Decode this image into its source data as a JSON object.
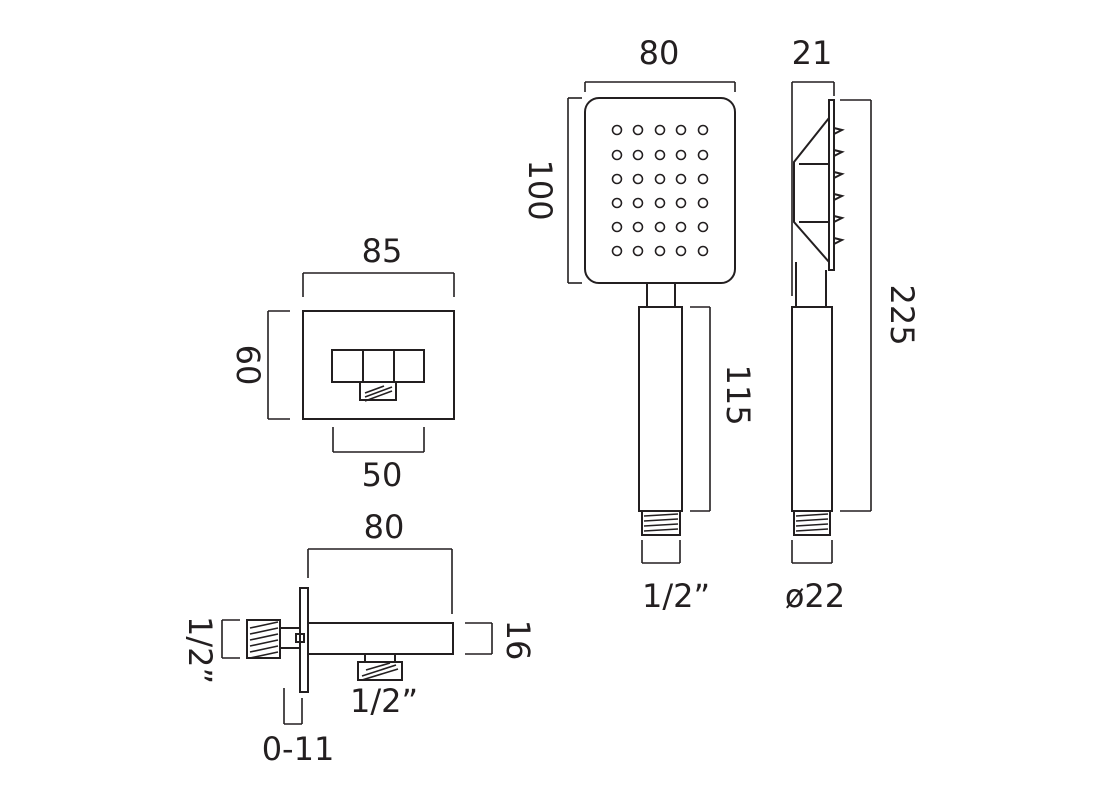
{
  "drawing": {
    "wall_outlet_front": {
      "width": "85",
      "height": "60",
      "base": "50"
    },
    "wall_outlet_side": {
      "length": "80",
      "height": "16",
      "inlet_thread": "1/2”",
      "outlet_thread": "1/2”",
      "adjust": "0-11"
    },
    "handset_front": {
      "head_width": "80",
      "head_height": "100",
      "handle_length": "115",
      "thread": "1/2”"
    },
    "handset_side": {
      "depth": "21",
      "total_length": "225",
      "diameter": "ø22"
    }
  },
  "colors": {
    "line": "#231f20",
    "background": "#ffffff"
  }
}
